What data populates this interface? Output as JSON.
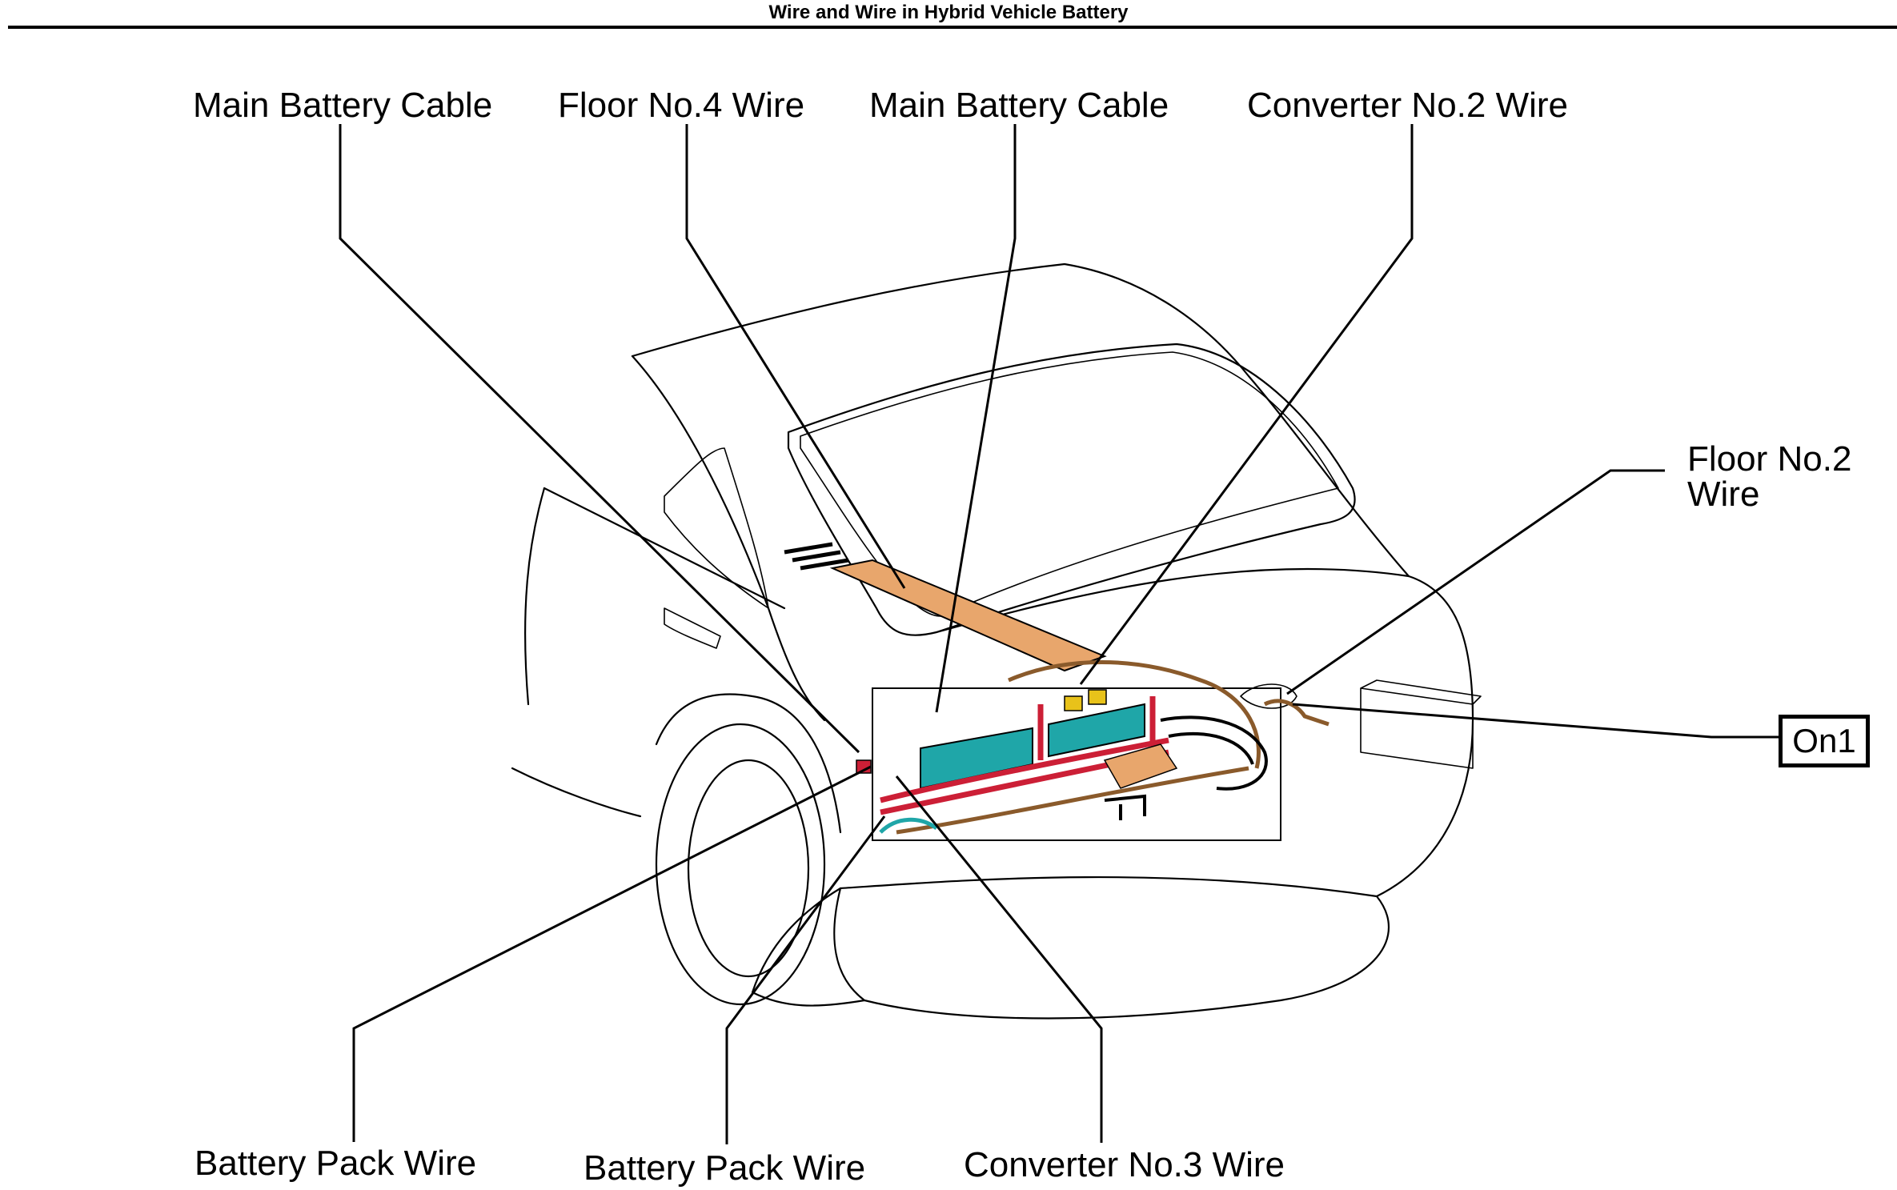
{
  "title": "Wire and Wire in Hybrid Vehicle Battery",
  "callouts": {
    "top": [
      "Main Battery Cable",
      "Floor No.4 Wire",
      "Main Battery Cable",
      "Converter No.2 Wire"
    ],
    "right": [
      "Floor No.2",
      "Wire"
    ],
    "bottom": [
      "Battery Pack Wire",
      "Battery Pack Wire",
      "Converter No.3 Wire"
    ]
  },
  "code_label": "On1",
  "colors": {
    "harness_red": "#cc1f36",
    "harness_orange": "#e8a66c",
    "battery_teal": "#1fa6a8",
    "connector_yellow": "#e8c21a",
    "wire_brown": "#8a5a2b",
    "outline": "#000000"
  }
}
